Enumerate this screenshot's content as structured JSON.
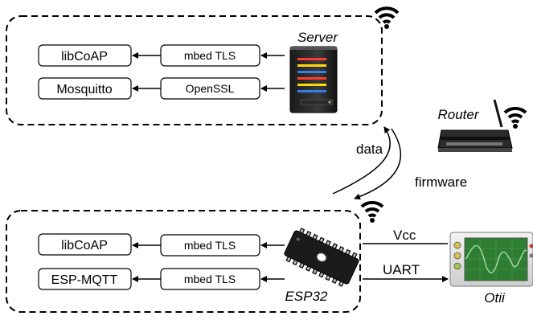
{
  "server": {
    "label": "Server",
    "rows": [
      {
        "app": "libCoAP",
        "security": "mbed TLS"
      },
      {
        "app": "Mosquitto",
        "security": "OpenSSL"
      }
    ]
  },
  "esp32": {
    "label": "ESP32",
    "rows": [
      {
        "app": "libCoAP",
        "security": "mbed TLS"
      },
      {
        "app": "ESP-MQTT",
        "security": "mbed TLS"
      }
    ]
  },
  "router": {
    "label": "Router"
  },
  "otii": {
    "label": "Otii"
  },
  "links": {
    "data": "data",
    "firmware": "firmware",
    "vcc": "Vcc",
    "uart": "UART"
  },
  "colors": {
    "server_lights": [
      "#ff3b30",
      "#ffd60a",
      "#2f80ed"
    ],
    "otii_screen": "#2e7d32",
    "otii_trace": "#a5d6a7"
  }
}
